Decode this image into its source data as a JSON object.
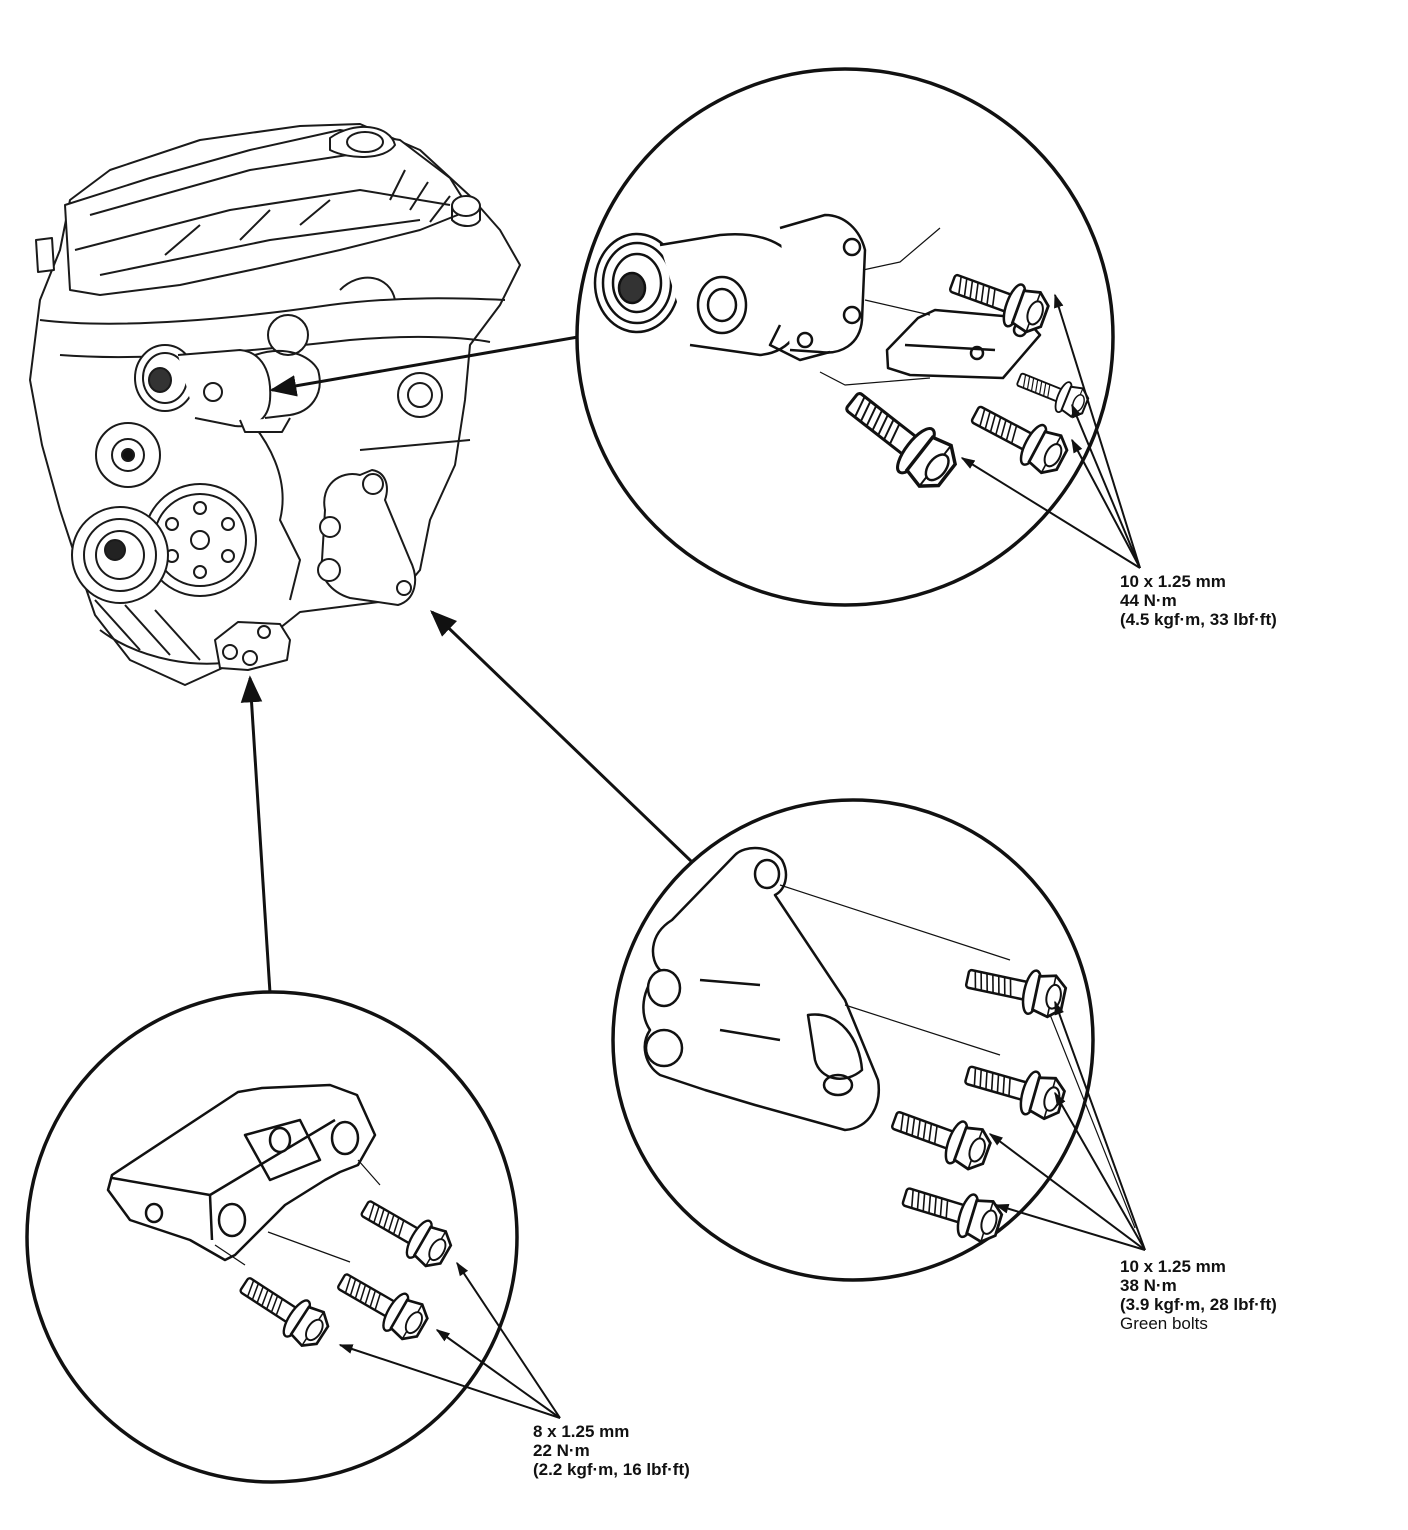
{
  "specs": {
    "tensioner": {
      "size": "10 x 1.25 mm",
      "torque": "44 N·m",
      "alt": "(4.5 kgf·m, 33 lbf·ft)"
    },
    "side_bracket": {
      "size": "10 x 1.25 mm",
      "torque": "38 N·m",
      "alt": "(3.9 kgf·m, 28 lbf·ft)",
      "note": "Green bolts"
    },
    "lower_bracket": {
      "size": "8 x 1.25 mm",
      "torque": "22 N·m",
      "alt": "(2.2 kgf·m, 16 lbf·ft)"
    }
  },
  "colors": {
    "line": "#111111",
    "background": "#ffffff"
  }
}
